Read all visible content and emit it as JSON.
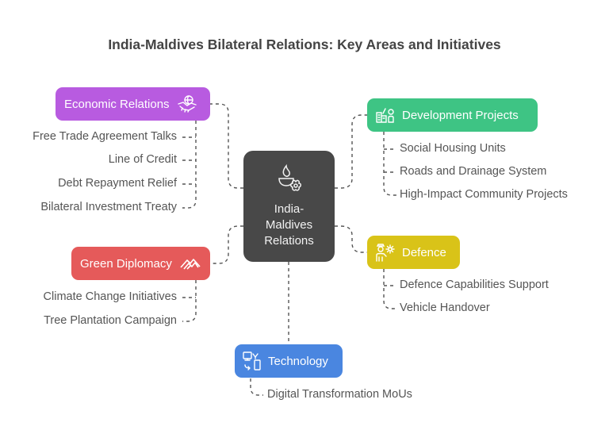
{
  "title": "India-Maldives Bilateral Relations: Key Areas and Initiatives",
  "center": {
    "lines": [
      "India-",
      "Maldives",
      "Relations"
    ],
    "icon": "diya-lamp-flower-icon",
    "color": "#484848"
  },
  "branches": {
    "economic": {
      "label": "Economic Relations",
      "icon": "handshake-globe-icon",
      "color": "#B85BE0",
      "items": [
        "Free Trade Agreement Talks",
        "Line of Credit",
        "Debt Repayment Relief",
        "Bilateral Investment Treaty"
      ]
    },
    "development": {
      "label": "Development Projects",
      "icon": "buildings-person-icon",
      "color": "#3EC484",
      "items": [
        "Social Housing Units",
        "Roads and Drainage System",
        "High-Impact Community Projects"
      ]
    },
    "green": {
      "label": "Green Diplomacy",
      "icon": "leaf-handshake-icon",
      "color": "#E55A5A",
      "items": [
        "Climate Change Initiatives",
        "Tree Plantation Campaign"
      ]
    },
    "defence": {
      "label": "Defence",
      "icon": "soldier-gear-icon",
      "color": "#D9C318",
      "items": [
        "Defence Capabilities Support",
        "Vehicle Handover"
      ]
    },
    "technology": {
      "label": "Technology",
      "icon": "computer-phone-exchange-icon",
      "color": "#4A86E0",
      "items": [
        "Digital Transformation MoUs"
      ]
    }
  }
}
